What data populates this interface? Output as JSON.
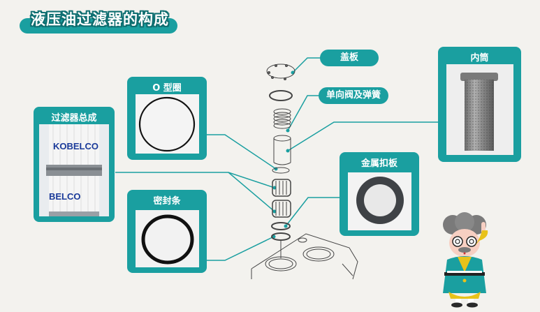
{
  "title": "液压油过滤器的构成",
  "callouts": {
    "cover_plate": "盖板",
    "check_valve_spring": "单向阀及弹簧"
  },
  "cards": {
    "filter_assembly": {
      "label": "过滤器总成",
      "brand_text": "KOBELCO",
      "brand_text_partial": "BELCO"
    },
    "o_ring": {
      "label": "O 型圈"
    },
    "seal_strip": {
      "label": "密封条"
    },
    "inner_tube": {
      "label": "内筒"
    },
    "metal_buckle_plate": {
      "label": "金属扣板"
    }
  },
  "colors": {
    "accent": "#1a9fa0",
    "background": "#f3f2ee",
    "title_outline": "#0e6e70"
  }
}
